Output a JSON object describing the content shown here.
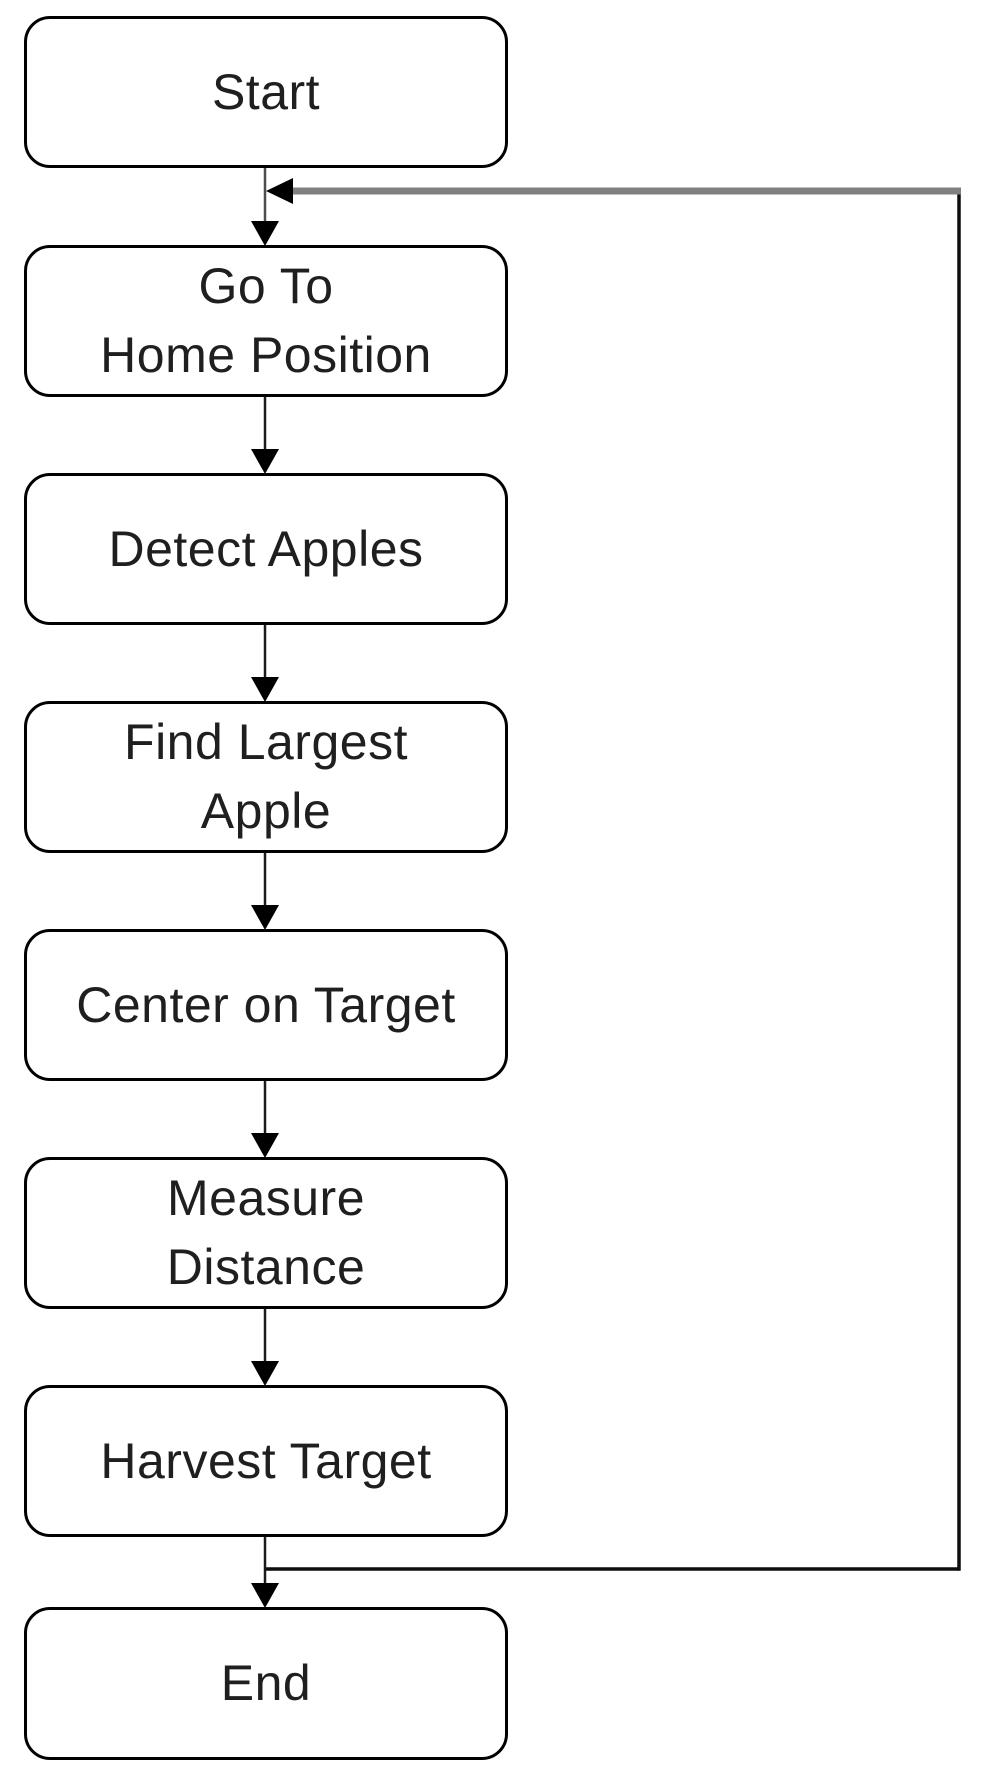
{
  "diagram": {
    "type": "flowchart",
    "nodes": [
      {
        "id": "start",
        "label": "Start"
      },
      {
        "id": "go-home-position",
        "label": "Go To\nHome Position"
      },
      {
        "id": "detect-apples",
        "label": "Detect Apples"
      },
      {
        "id": "find-largest-apple",
        "label": "Find Largest\nApple"
      },
      {
        "id": "center-on-target",
        "label": "Center on Target"
      },
      {
        "id": "measure-distance",
        "label": "Measure\nDistance"
      },
      {
        "id": "harvest-target",
        "label": "Harvest Target"
      },
      {
        "id": "end",
        "label": "End"
      }
    ],
    "edges": [
      {
        "from": "start",
        "to": "go-home-position",
        "type": "arrow"
      },
      {
        "from": "go-home-position",
        "to": "detect-apples",
        "type": "arrow"
      },
      {
        "from": "detect-apples",
        "to": "find-largest-apple",
        "type": "arrow"
      },
      {
        "from": "find-largest-apple",
        "to": "center-on-target",
        "type": "arrow"
      },
      {
        "from": "center-on-target",
        "to": "measure-distance",
        "type": "arrow"
      },
      {
        "from": "measure-distance",
        "to": "harvest-target",
        "type": "arrow"
      },
      {
        "from": "harvest-target",
        "to": "end",
        "type": "arrow"
      },
      {
        "from": "harvest-target",
        "to": "go-home-position",
        "type": "loop-back"
      }
    ],
    "colors": {
      "box_border": "#000000",
      "box_fill": "#ffffff",
      "text": "#1f1f1f",
      "connector": "#1a1a1a",
      "loop_line_black": "#0d0d0d",
      "loop_line_gray": "#808080",
      "background": "#ffffff"
    }
  }
}
